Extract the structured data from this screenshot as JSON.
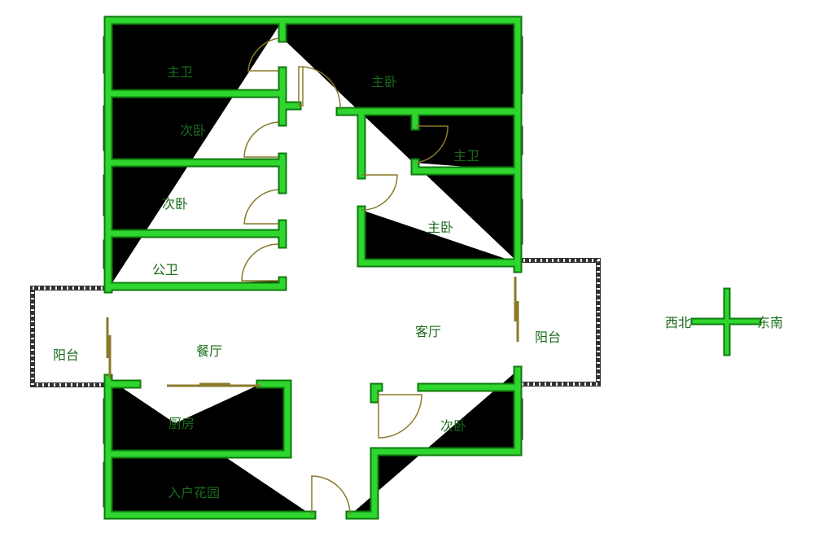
{
  "floorplan": {
    "rooms": {
      "master_bath_1": "主卫",
      "master_bed_1": "主卧",
      "second_bed_1": "次卧",
      "second_bed_2": "次卧",
      "public_bath": "公卫",
      "master_bath_2": "主卫",
      "master_bed_2": "主卧",
      "balcony_left": "阳台",
      "dining": "餐厅",
      "living": "客厅",
      "balcony_right": "阳台",
      "kitchen": "厨房",
      "second_bed_3": "次卧",
      "entry_garden": "入户花园"
    },
    "compass": {
      "west_north": "西北",
      "east_south": "东南"
    },
    "colors": {
      "wall": "#2ed62e",
      "wall_edge": "#0f7a0f",
      "door": "#8a7a2a",
      "text": "#1a6a1a"
    }
  }
}
